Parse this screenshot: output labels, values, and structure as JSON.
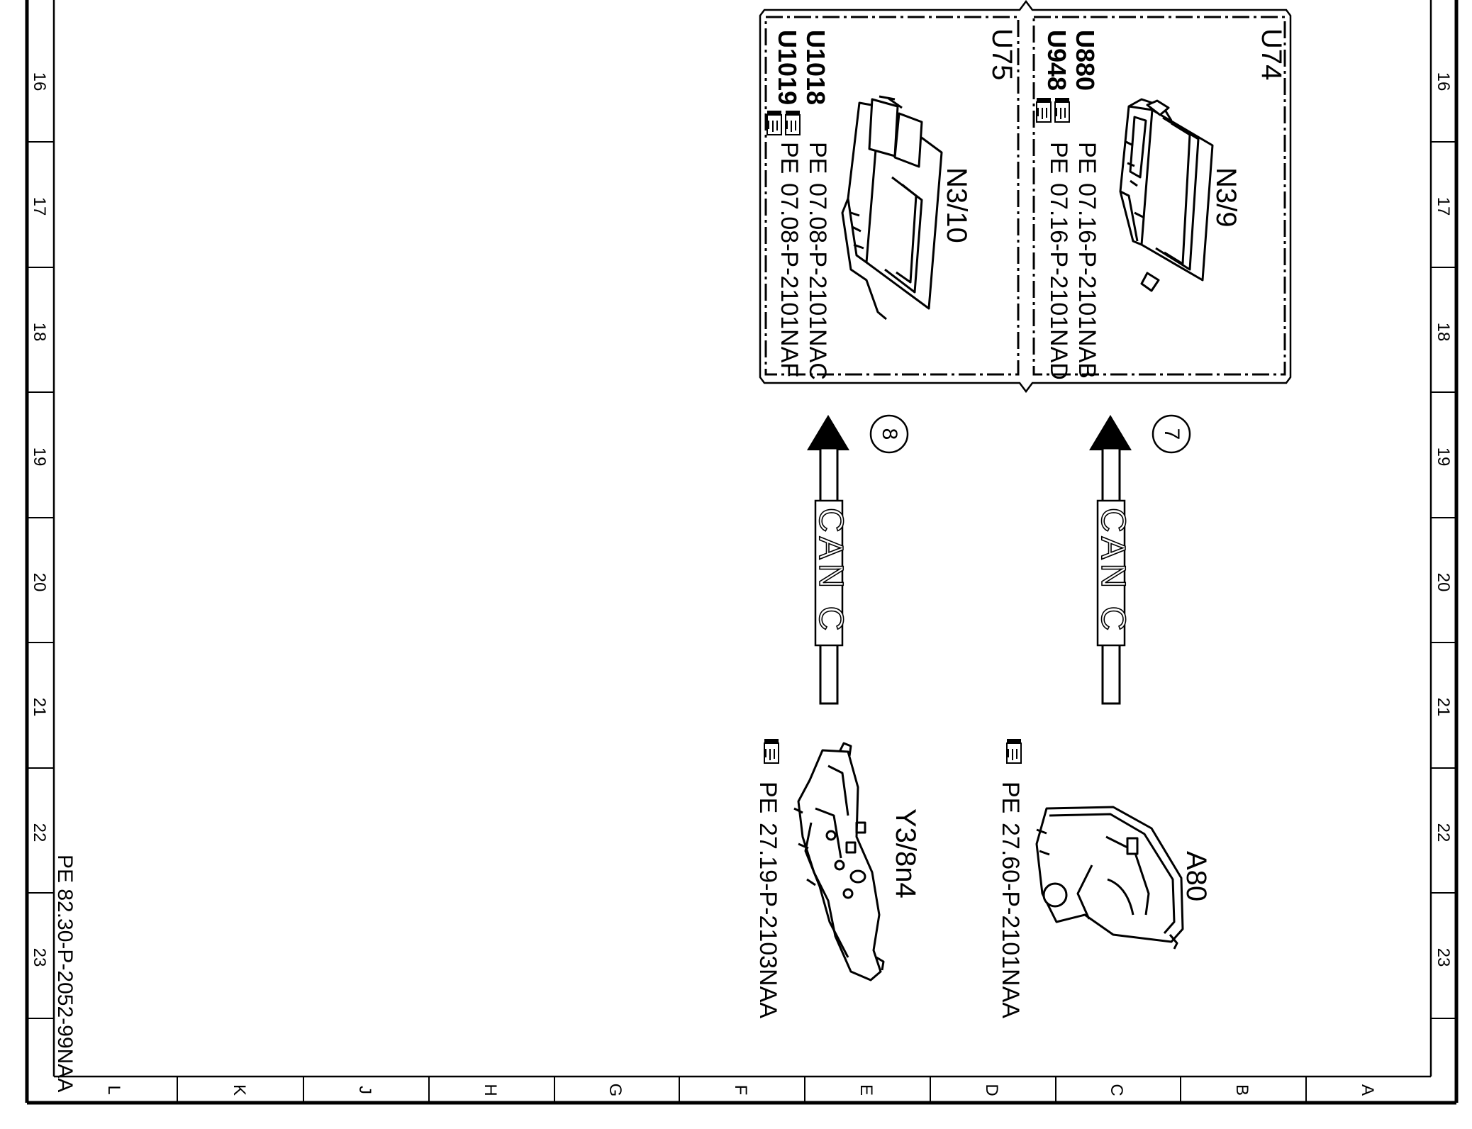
{
  "frame": {
    "row_labels": [
      "16",
      "17",
      "18",
      "19",
      "20",
      "21",
      "22",
      "23"
    ],
    "column_labels": [
      "L",
      "K",
      "J",
      "H",
      "G",
      "F",
      "E",
      "D",
      "C",
      "B",
      "A"
    ]
  },
  "document_number": "PE 82.30-P-2052-99NAA",
  "modules": [
    {
      "group": "U74",
      "component": "N3/9",
      "links": [
        {
          "variant": "U880",
          "prefix": "PE",
          "code": "07.16-P-2101NAB"
        },
        {
          "variant": "U948",
          "prefix": "PE",
          "code": "07.16-P-2101NAD"
        }
      ],
      "icon": "control-unit-icon"
    },
    {
      "group": "U75",
      "component": "N3/10",
      "links": [
        {
          "variant": "U1018",
          "prefix": "PE",
          "code": "07.08-P-2101NAC"
        },
        {
          "variant": "U1019",
          "prefix": "PE",
          "code": "07.08-P-2101NAF"
        }
      ],
      "icon": "control-unit-icon"
    }
  ],
  "connections": [
    {
      "number": "7",
      "bus_label": "CAN C"
    },
    {
      "number": "8",
      "bus_label": "CAN C"
    }
  ],
  "components": [
    {
      "label": "A80",
      "prefix": "PE",
      "code": "27.60-P-2101NAA",
      "icon": "gear-selector-icon"
    },
    {
      "label": "Y3/8n4",
      "prefix": "PE",
      "code": "27.19-P-2103NAA",
      "icon": "valve-body-icon"
    }
  ],
  "colors": {
    "ink": "#000000",
    "paper": "#ffffff"
  }
}
